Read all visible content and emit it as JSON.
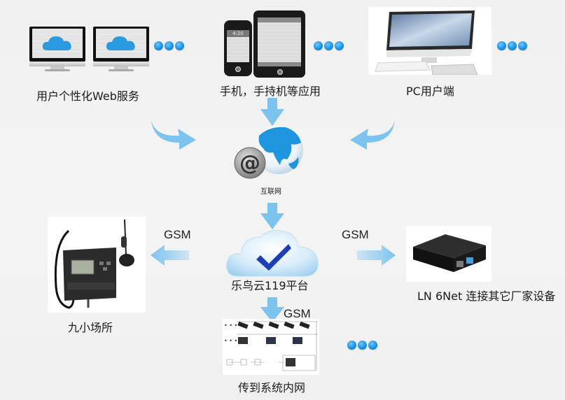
{
  "diagram": {
    "nodes": {
      "web_service": {
        "label": "用户个性化Web服务",
        "icon": "monitors-cloud"
      },
      "mobile": {
        "label": "手机，手持机等应用",
        "icon": "phone-tablet"
      },
      "pc": {
        "label": "PC用户端",
        "icon": "desktop-computer"
      },
      "internet": {
        "label": "互联网",
        "icon": "globe-at-sign"
      },
      "platform": {
        "label": "乐鸟云119平台",
        "icon": "cloud-checkmark"
      },
      "small_venue": {
        "label": "九小场所",
        "icon": "gsm-controller-device"
      },
      "ln6net": {
        "label": "LN 6Net 连接其它厂家设备",
        "icon": "network-gateway-box"
      },
      "intranet": {
        "label": "传到系统内网",
        "icon": "system-topology"
      }
    },
    "edges": [
      {
        "from": "web_service",
        "to": "internet",
        "label": ""
      },
      {
        "from": "mobile",
        "to": "internet",
        "label": ""
      },
      {
        "from": "pc",
        "to": "internet",
        "label": ""
      },
      {
        "from": "internet",
        "to": "platform",
        "label": ""
      },
      {
        "from": "platform",
        "to": "small_venue",
        "label": "GSM"
      },
      {
        "from": "platform",
        "to": "ln6net",
        "label": "GSM"
      },
      {
        "from": "platform",
        "to": "intranet",
        "label": "GSM"
      }
    ],
    "colors": {
      "arrow": "#7cc3f0",
      "dot": "#1a92e8",
      "checkmark": "#1c3fb8",
      "globe": "#1e95de",
      "background": "#f2f2f2"
    },
    "ellipsis": "•••"
  }
}
